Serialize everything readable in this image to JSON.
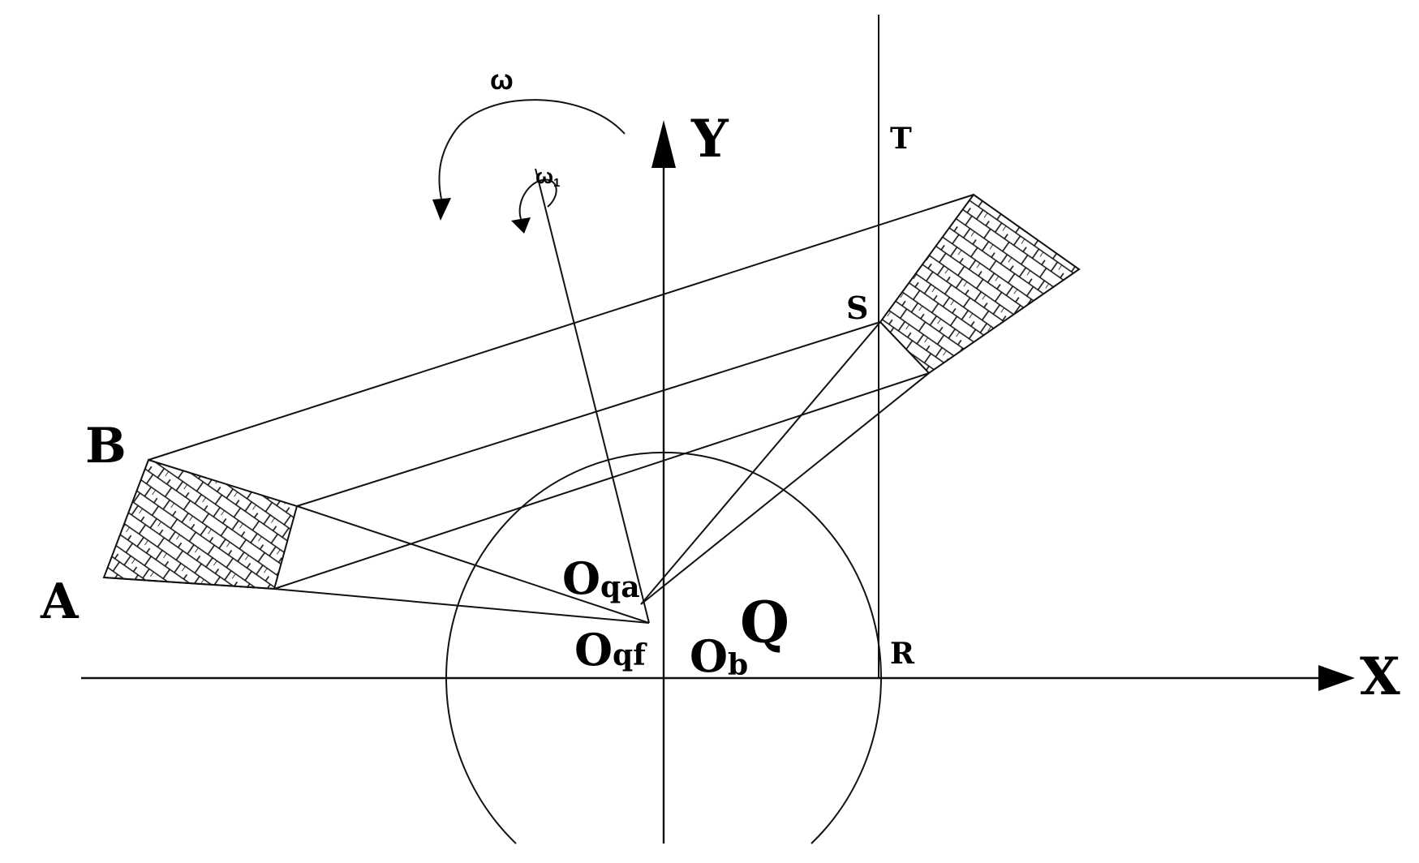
{
  "labels": {
    "y_axis": "Y",
    "x_axis": "X",
    "T": "T",
    "S": "S",
    "R": "R",
    "A": "A",
    "B": "B",
    "omega": "ω",
    "omega1_main": "ω",
    "omega1_sub": "1",
    "oqa_main": "O",
    "oqa_sub": "qa",
    "oqf_main": "O",
    "oqf_sub": "qf",
    "ob_main": "O",
    "ob_sub": "b",
    "Q": "Q"
  },
  "colors": {
    "line": "#111111",
    "background": "#ffffff"
  }
}
